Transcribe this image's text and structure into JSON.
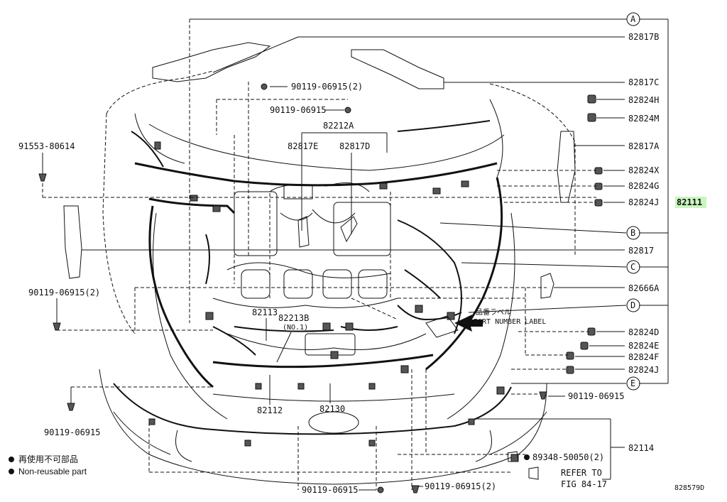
{
  "refs": {
    "A": "A",
    "B": "B",
    "C": "C",
    "D": "D",
    "E": "E"
  },
  "callouts": {
    "p82817B": "82817B",
    "p82817C": "82817C",
    "p82824H": "82824H",
    "p82824M": "82824M",
    "p82817A": "82817A",
    "p82824X": "82824X",
    "p82824G": "82824G",
    "p82824J_top": "82824J",
    "p82111": "82111",
    "p82817": "82817",
    "p82666A": "82666A",
    "p82824D": "82824D",
    "p82824E": "82824E",
    "p82824F": "82824F",
    "p82824J_bottom": "82824J",
    "p82114": "82114",
    "p90119_06915_2_top": "90119-06915(2)",
    "p90119_06915_upper": "90119-06915",
    "p82212A": "82212A",
    "p82817E": "82817E",
    "p82817D": "82817D",
    "p91553_80614": "91553-80614",
    "p90119_06915_2_left": "90119-06915(2)",
    "p82113": "82113",
    "p82213B": "82213B",
    "p82213B_note": "(NO.1)",
    "p90119_06915_left": "90119-06915",
    "p82112": "82112",
    "p82130": "82130",
    "p90119_06915_right": "90119-06915",
    "p89348_50050_2": "89348-50050(2)",
    "refer_line1": "REFER TO",
    "refer_line2": "FIG 84-17",
    "p90119_06915_bottom": "90119-06915",
    "p90119_06915_2_bottom": "90119-06915(2)"
  },
  "label_note": {
    "jp": "品番ラベル",
    "en": "PART NUMBER LABEL"
  },
  "legend": {
    "jp": "再使用不可部品",
    "en": "Non-reusable part"
  },
  "figure_id": "828579D",
  "colors": {
    "highlight": "#c8f5c0",
    "line": "#111111"
  }
}
